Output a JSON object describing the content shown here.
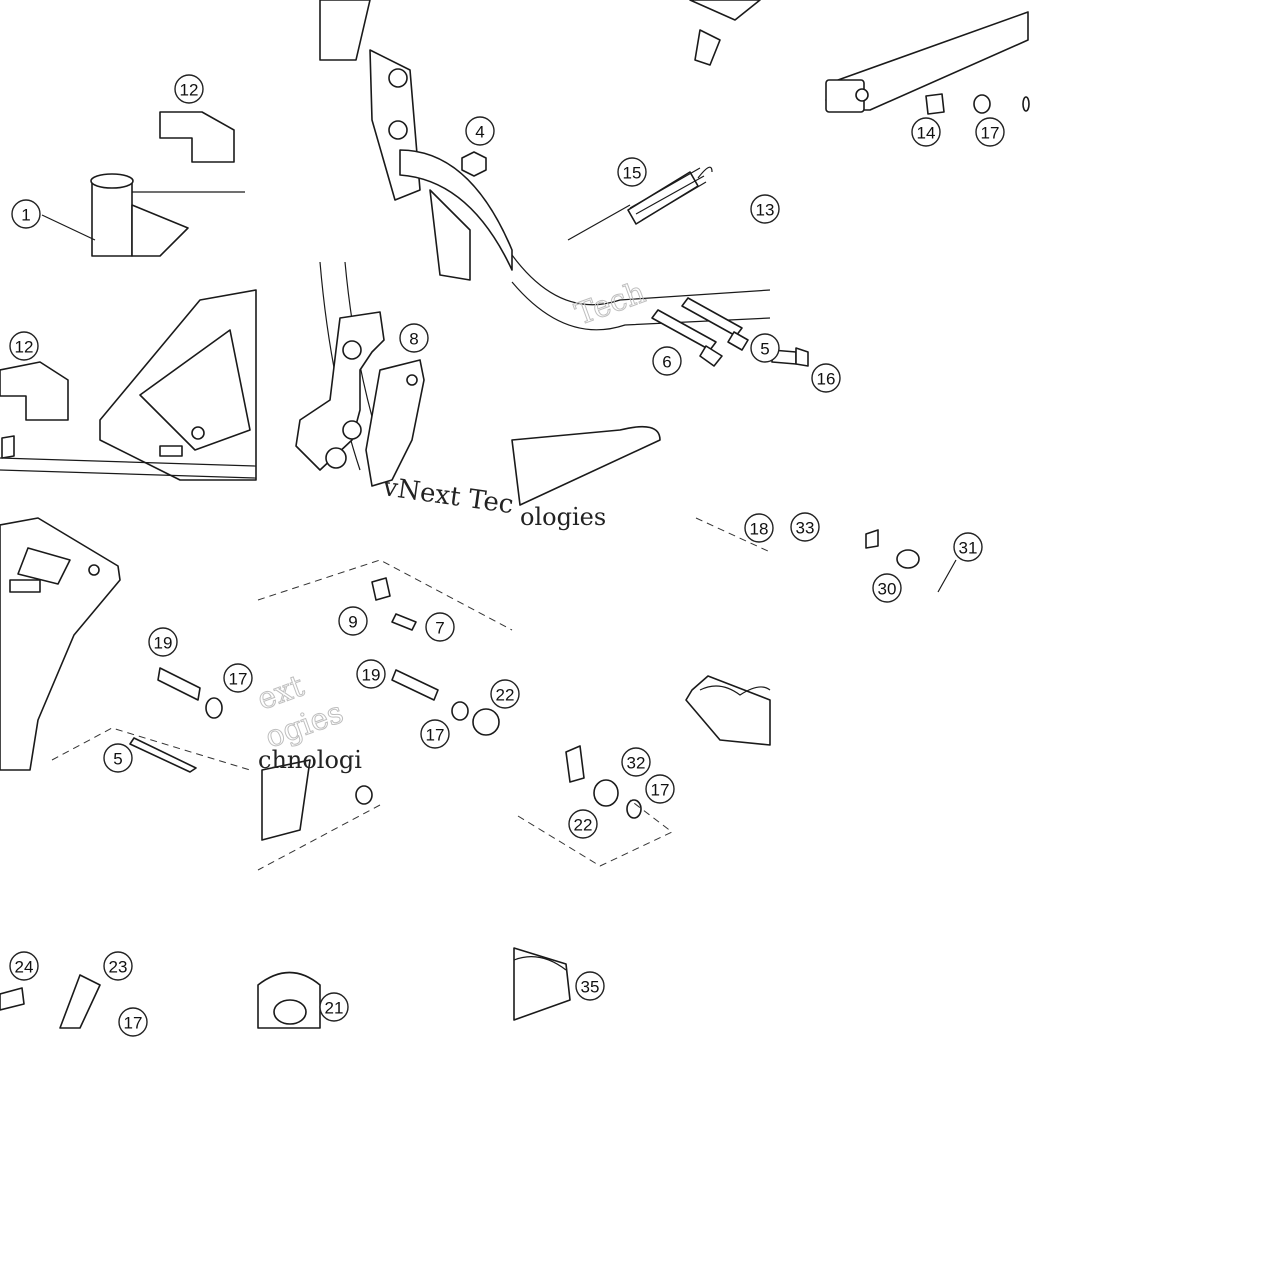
{
  "diagram": {
    "callouts": [
      "1",
      "4",
      "5",
      "6",
      "7",
      "8",
      "9",
      "12",
      "13",
      "14",
      "15",
      "16",
      "17",
      "18",
      "19",
      "21",
      "22",
      "23",
      "24",
      "30",
      "31",
      "32",
      "33",
      "35"
    ],
    "watermark_fragments": [
      "Tech",
      "vNext Tec",
      "ologies",
      "ext",
      "ogies",
      "chnologi"
    ]
  }
}
